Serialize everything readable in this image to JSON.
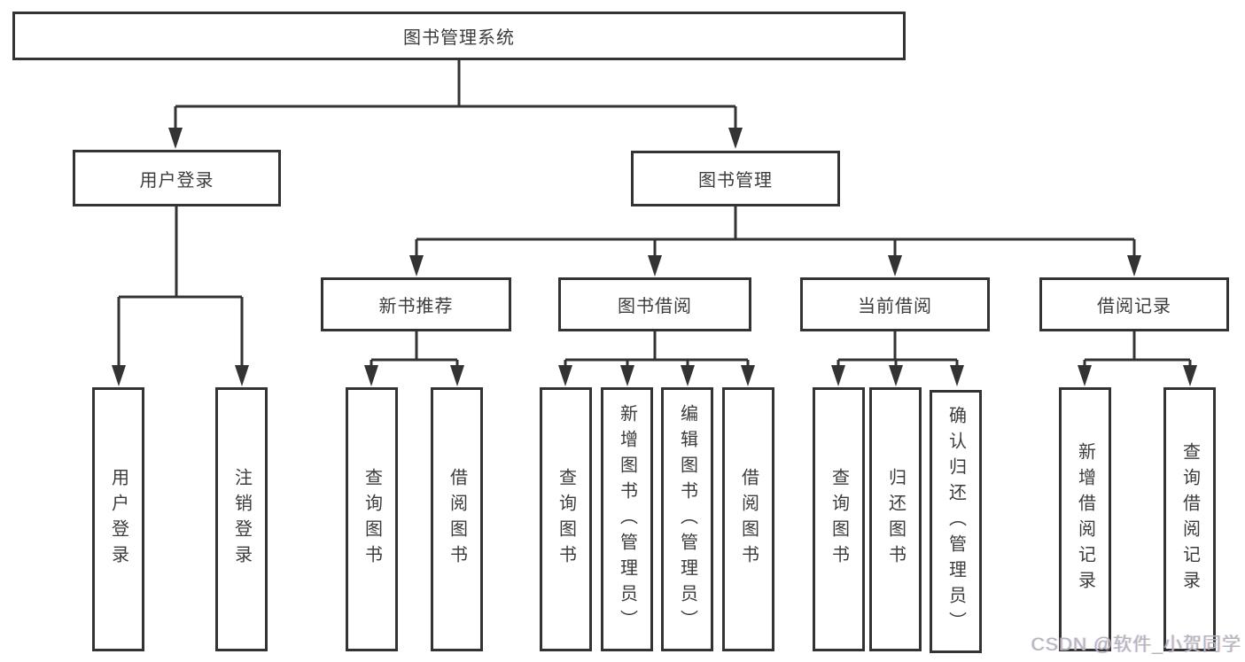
{
  "root": {
    "label": "图书管理系统"
  },
  "branches": {
    "user_login": {
      "label": "用户登录",
      "children": [
        {
          "label": "用户登录"
        },
        {
          "label": "注销登录"
        }
      ]
    },
    "book_management": {
      "label": "图书管理",
      "children": [
        {
          "label": "新书推荐",
          "children": [
            {
              "label": "查询图书"
            },
            {
              "label": "借阅图书"
            }
          ]
        },
        {
          "label": "图书借阅",
          "children": [
            {
              "label": "查询图书"
            },
            {
              "label": "新增图书（管理员）"
            },
            {
              "label": "编辑图书（管理员）"
            },
            {
              "label": "借阅图书"
            }
          ]
        },
        {
          "label": "当前借阅",
          "children": [
            {
              "label": "查询图书"
            },
            {
              "label": "归还图书"
            },
            {
              "label": "确认归还（管理员）"
            }
          ]
        },
        {
          "label": "借阅记录",
          "children": [
            {
              "label": "新增借阅记录"
            },
            {
              "label": "查询借阅记录"
            }
          ]
        }
      ]
    }
  },
  "watermark": {
    "text": "CSDN @软件_小贺同学"
  },
  "colors": {
    "line": "#333333",
    "box_border": "#333333",
    "box_fill": "#ffffff",
    "text": "#3c3c3c",
    "watermark": "#b2b6bd"
  }
}
